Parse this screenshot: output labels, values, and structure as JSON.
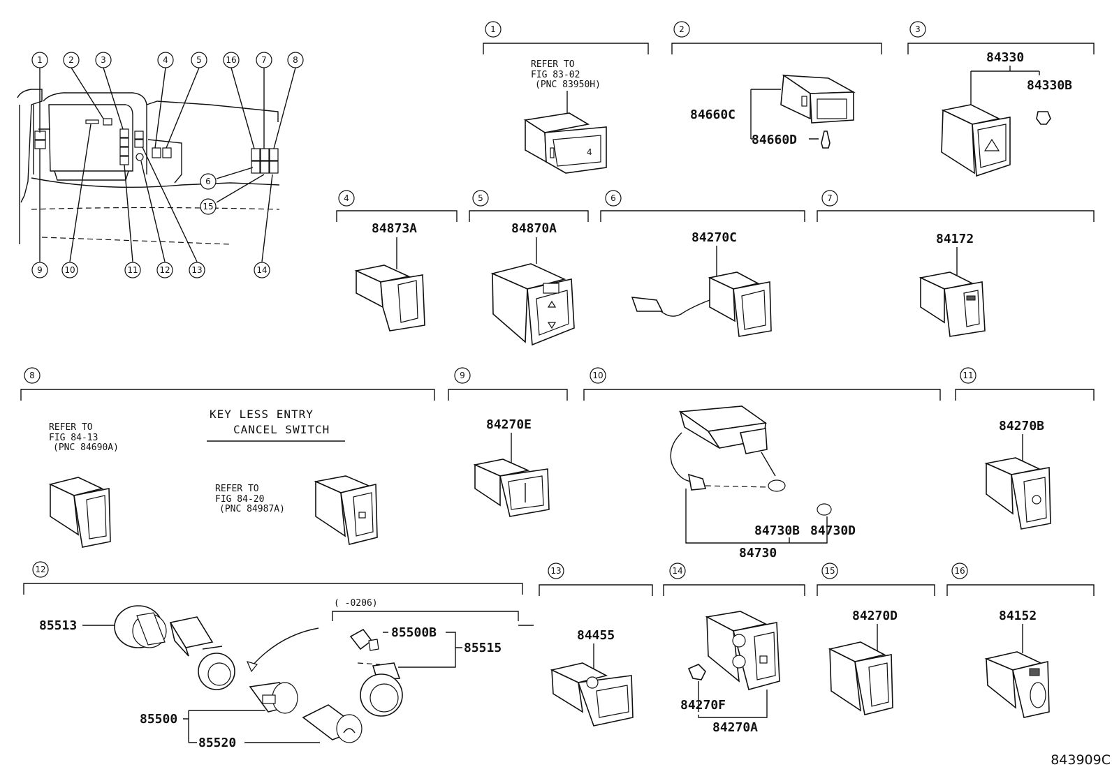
{
  "figure_id": "843909C",
  "callouts": [
    "1",
    "2",
    "3",
    "4",
    "5",
    "6",
    "7",
    "8",
    "9",
    "10",
    "11",
    "12",
    "13",
    "14",
    "15",
    "16"
  ],
  "sections": {
    "s1": {
      "num": "1",
      "notes": [
        "REFER TO",
        "FIG 83-02",
        "(PNC 83950H)"
      ]
    },
    "s2": {
      "num": "2",
      "parts": [
        "84660C",
        "84660D"
      ]
    },
    "s3": {
      "num": "3",
      "parts": [
        "84330",
        "84330B"
      ]
    },
    "s4": {
      "num": "4",
      "parts": [
        "84873A"
      ]
    },
    "s5": {
      "num": "5",
      "parts": [
        "84870A"
      ]
    },
    "s6": {
      "num": "6",
      "parts": [
        "84270C"
      ]
    },
    "s7": {
      "num": "7",
      "parts": [
        "84172"
      ]
    },
    "s8": {
      "num": "8",
      "notes_a": [
        "REFER TO",
        "FIG 84-13",
        "(PNC 84690A)"
      ],
      "title": [
        "KEY LESS ENTRY",
        "CANCEL SWITCH"
      ],
      "notes_b": [
        "REFER TO",
        "FIG 84-20",
        "(PNC 84987A)"
      ]
    },
    "s9": {
      "num": "9",
      "parts": [
        "84270E"
      ]
    },
    "s10": {
      "num": "10",
      "parts": [
        "84730B",
        "84730D",
        "84730"
      ]
    },
    "s11": {
      "num": "11",
      "parts": [
        "84270B"
      ]
    },
    "s12": {
      "num": "12",
      "parts": [
        "85513",
        "85500B",
        "85515",
        "85500",
        "85520"
      ],
      "range": "(     -0206)"
    },
    "s13": {
      "num": "13",
      "parts": [
        "84455"
      ]
    },
    "s14": {
      "num": "14",
      "parts": [
        "84270F",
        "84270A"
      ]
    },
    "s15": {
      "num": "15",
      "parts": [
        "84270D"
      ]
    },
    "s16": {
      "num": "16",
      "parts": [
        "84152"
      ]
    }
  }
}
